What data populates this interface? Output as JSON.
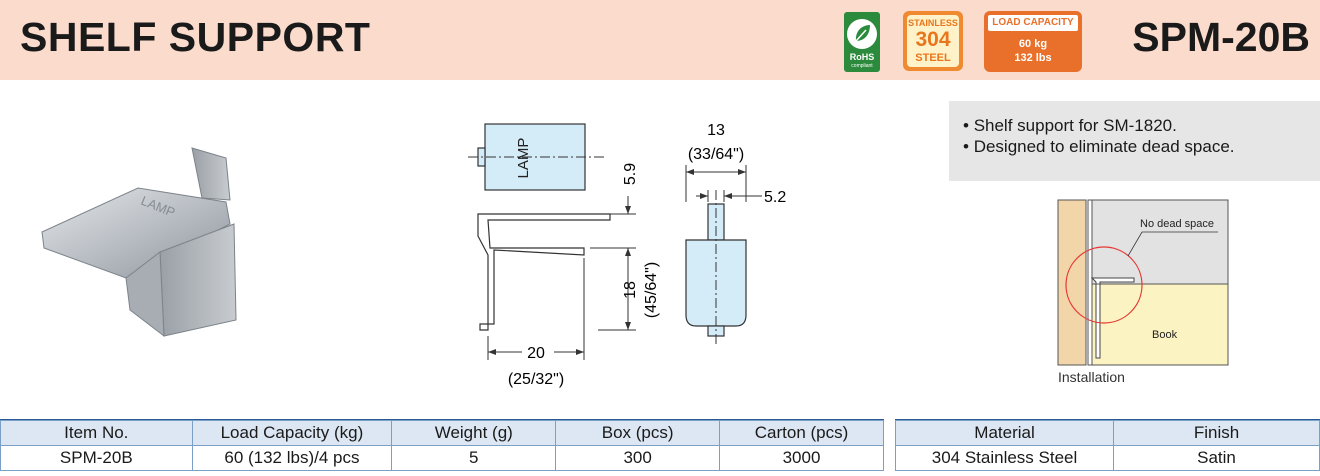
{
  "header": {
    "title": "SHELF SUPPORT",
    "model": "SPM-20B",
    "badges": {
      "rohs": {
        "text": "RoHS",
        "sub": "compliant"
      },
      "steel": {
        "line1": "STAINLESS",
        "line2": "304",
        "line3": "STEEL"
      },
      "load": {
        "label": "LOAD CAPACITY",
        "kg": "60 kg",
        "lbs": "132 lbs"
      }
    }
  },
  "features": [
    "Shelf support for SM-1820.",
    "Designed to eliminate dead space."
  ],
  "drawing": {
    "brand": "LAMP",
    "dims": {
      "top_width": "13",
      "top_width_in": "(33/64\")",
      "tab_width": "5.2",
      "lip_height": "5.9",
      "height": "18",
      "height_in": "(45/64\")",
      "depth": "20",
      "depth_in": "(25/32\")"
    }
  },
  "installation": {
    "no_dead_space": "No dead space",
    "book": "Book",
    "caption": "Installation"
  },
  "spec_table": {
    "headers": [
      "Item No.",
      "Load Capacity (kg)",
      "Weight (g)",
      "Box (pcs)",
      "Carton (pcs)"
    ],
    "row": [
      "SPM-20B",
      "60 (132 lbs)/4 pcs",
      "5",
      "300",
      "3000"
    ]
  },
  "material_table": {
    "headers": [
      "Material",
      "Finish"
    ],
    "row": [
      "304 Stainless Steel",
      "Satin"
    ]
  },
  "colors": {
    "header_bg": "#fadbcc",
    "table_header_bg": "#dce7f3",
    "table_border": "#7aa0c8",
    "accent_orange": "#e8702a",
    "rohs_green": "#2c8a3c"
  }
}
